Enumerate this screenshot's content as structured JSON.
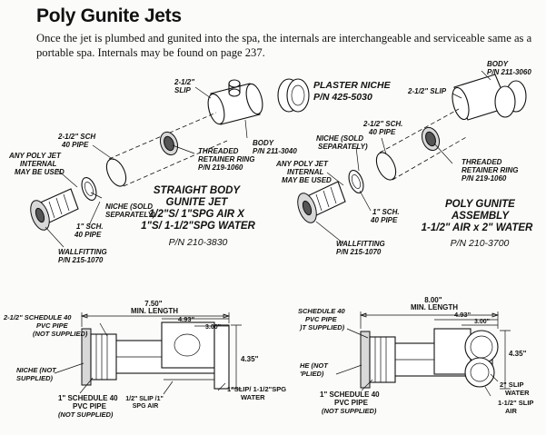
{
  "header": {
    "title": "Poly Gunite Jets",
    "intro": "Once the jet is plumbed and gunited into the spa, the internals are interchangeable and serviceable same as a portable spa. Internals may be found on page 237."
  },
  "left_diagram": {
    "slip": [
      "2-1/2\"",
      "SLIP"
    ],
    "sch_pipe": [
      "2-1/2\" SCH",
      "40 PIPE"
    ],
    "body": [
      "BODY",
      "P/N 211-3040"
    ],
    "threaded_ring": [
      "THREADED",
      "RETAINER RING",
      "P/N 219-1060"
    ],
    "any_jet": [
      "ANY POLY JET",
      "INTERNAL",
      "MAY BE USED"
    ],
    "niche": [
      "NICHE (SOLD",
      "SEPARATELY)"
    ],
    "one_sch": [
      "1\" SCH.",
      "40 PIPE"
    ],
    "wallfitting": [
      "WALLFITTING",
      "P/N 215-1070"
    ],
    "product_name": [
      "STRAIGHT BODY",
      "GUNITE JET",
      "1/2\"S/ 1\"SPG AIR X",
      "1\"S/ 1-1/2\"SPG WATER"
    ],
    "part_number": "P/N 210-3830"
  },
  "center": {
    "plaster_niche": [
      "PLASTER NICHE",
      "P/N 425-5030"
    ]
  },
  "right_diagram": {
    "body": [
      "BODY",
      "P/N 211-3060"
    ],
    "slip": "2-1/2\" SLIP",
    "sch_pipe": [
      "2-1/2\" SCH.",
      "40 PIPE"
    ],
    "niche": [
      "NICHE (SOLD",
      "SEPARATELY)"
    ],
    "any_jet": [
      "ANY POLY JET",
      "INTERNAL",
      "MAY BE USED"
    ],
    "threaded_ring": [
      "THREADED",
      "RETAINER RING",
      "P/N 219-1060"
    ],
    "one_sch": [
      "1\" SCH.",
      "40 PIPE"
    ],
    "wallfitting": [
      "WALLFITTING",
      "P/N 215-1070"
    ],
    "product_name": [
      "POLY GUNITE",
      "ASSEMBLY",
      "1-1/2\" AIR x 2\" WATER"
    ],
    "part_number": "P/N 210-3700"
  },
  "bottom_left": {
    "length": [
      "7.50\"",
      "MIN. LENGTH"
    ],
    "d1": "4.93\"",
    "d2": "3.00\"",
    "height": "4.35\"",
    "pvc": [
      "2-1/2\" SCHEDULE 40",
      "PVC PIPE",
      "(NOT SUPPLIED)"
    ],
    "niche": [
      "NICHE (NOT",
      "SUPPLIED)"
    ],
    "sch40": [
      "1\" SCHEDULE 40",
      "PVC PIPE",
      "(NOT SUPPLIED)"
    ],
    "air": [
      "1/2\" SLIP /1\"",
      "SPG AIR"
    ],
    "water": [
      "1\"SLIP/ 1-1/2\"SPG",
      "WATER"
    ]
  },
  "bottom_right": {
    "length": [
      "8.00\"",
      "MIN. LENGTH"
    ],
    "d1": "4.93\"",
    "d2": "3.00\"",
    "height": "4.35\"",
    "pvc": [
      "SCHEDULE 40",
      "PVC PIPE",
      ")T SUPPLIED)"
    ],
    "niche": [
      "HE (NOT",
      "'PLIED)"
    ],
    "sch40": [
      "1\" SCHEDULE 40",
      "PVC PIPE",
      "(NOT SUPPLIED)"
    ],
    "water": [
      "2\" SLIP",
      "WATER"
    ],
    "air": [
      "1-1/2\" SLIP",
      "AIR"
    ]
  }
}
